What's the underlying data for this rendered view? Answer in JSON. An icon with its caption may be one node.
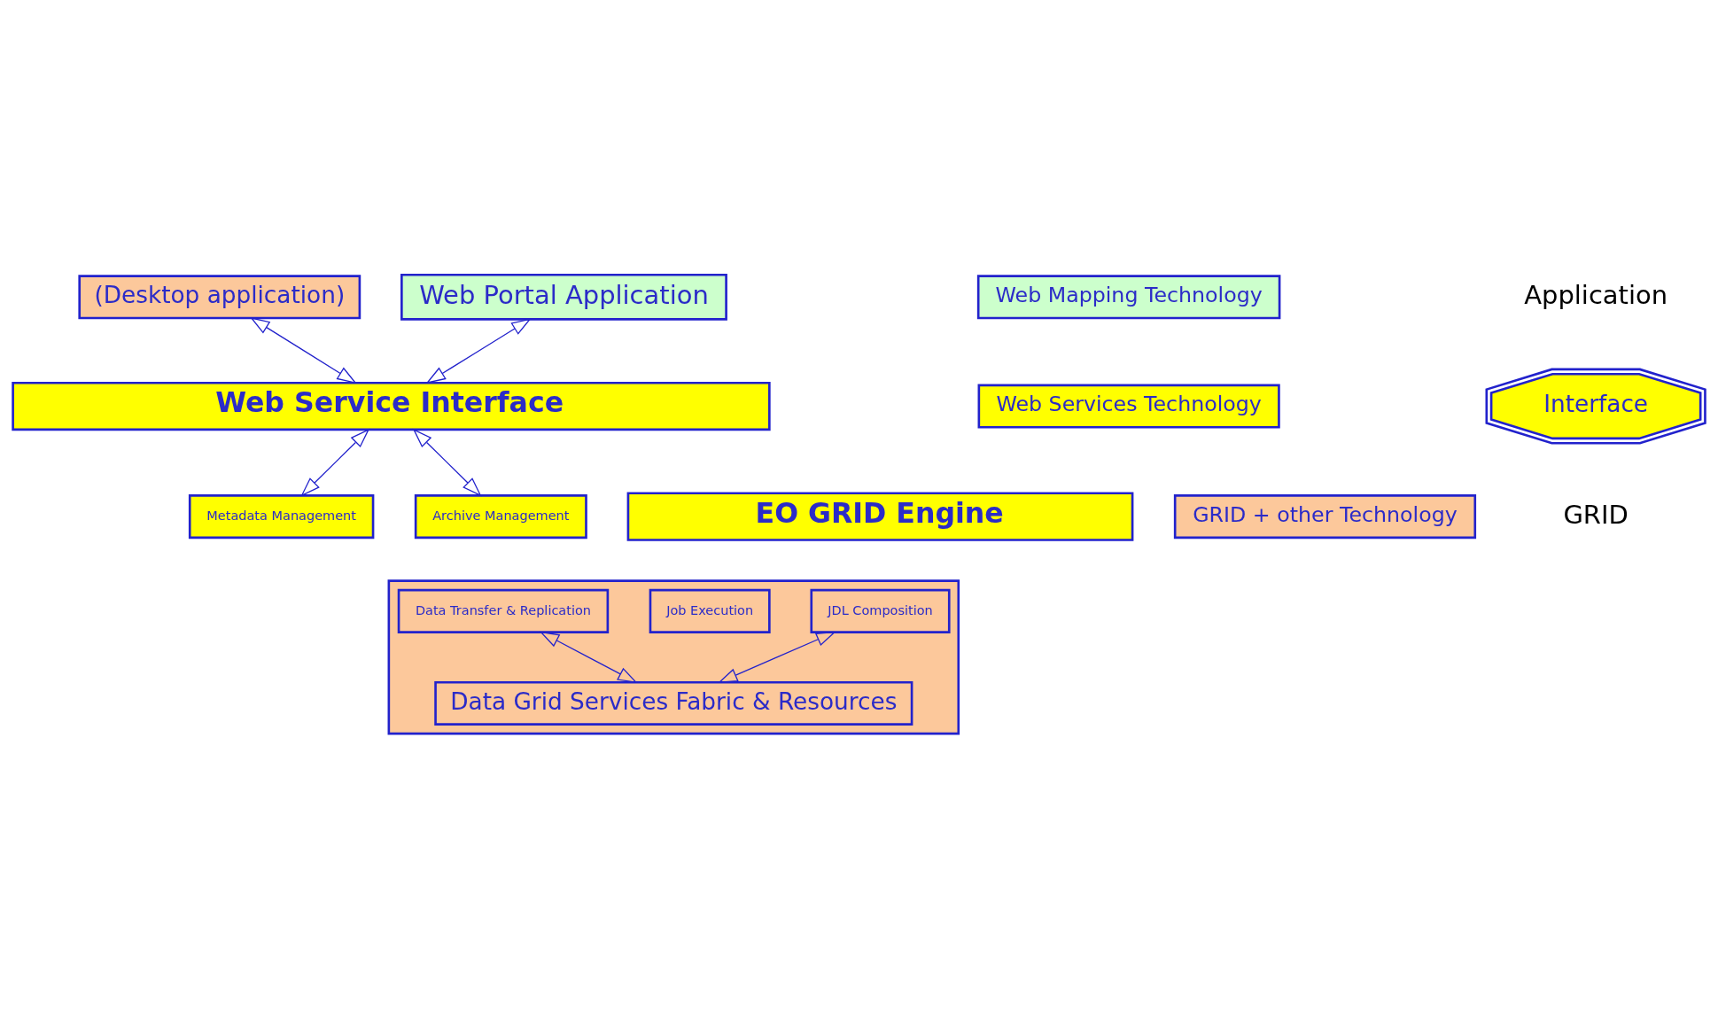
{
  "diagram": {
    "nodes": [
      {
        "text": [
          "(Desktop application)"
        ]
      },
      {
        "text": [
          "Web Portal Application"
        ]
      },
      {
        "text": [
          "Web Service Interface"
        ]
      },
      {
        "text": [
          "EO GRID Engine"
        ]
      },
      {
        "text": [
          "Metadata Management"
        ]
      },
      {
        "text": [
          "Archive Management"
        ]
      },
      {
        "text": [],
        "shape": "box"
      },
      {
        "text": [
          "JDL Composition"
        ],
        "in": 6
      },
      {
        "text": [
          "Job Execution"
        ],
        "in": 6
      },
      {
        "text": [
          "Data Transfer & Replication"
        ],
        "in": 6
      },
      {
        "text": [
          "Data Grid Services Fabric & Resources"
        ],
        "in": 6
      },
      {
        "text": [
          "Interface"
        ]
      },
      {
        "text": [
          "Web Mapping Technology"
        ]
      },
      {
        "text": [
          "Web Services Technology"
        ]
      },
      {
        "text": [
          "GRID + other Technology"
        ]
      }
    ],
    "edges": [
      {
        "from": 0,
        "to": 2,
        "arrow": "both"
      },
      {
        "from": 1,
        "to": 2,
        "arrow": "both"
      },
      {
        "from": 2,
        "to": 4,
        "arrow": "both"
      },
      {
        "from": 2,
        "to": 5,
        "arrow": "both"
      },
      {
        "from": 7,
        "to": 10,
        "arrow": "both"
      },
      {
        "from": 9,
        "to": 10,
        "arrow": "both"
      }
    ],
    "labels": [
      "Application",
      "GRID"
    ]
  }
}
